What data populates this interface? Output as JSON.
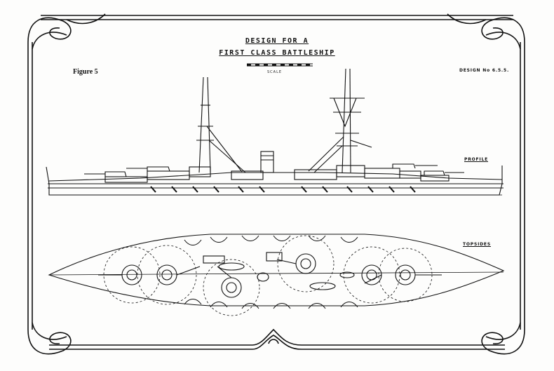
{
  "document": {
    "title_line_1": "DESIGN FOR A",
    "title_line_2": "FIRST CLASS BATTLESHIP",
    "scale_label": "SCALE",
    "figure_label": "Figure 5",
    "design_number": "DESIGN No 6.5.5.",
    "profile_label": "PROFILE",
    "topsides_label": "TOPSIDES"
  },
  "colors": {
    "paper": "#fdfdfc",
    "ink": "#111111"
  }
}
